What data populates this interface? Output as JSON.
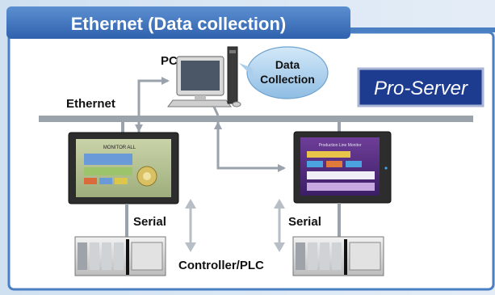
{
  "title": "Ethernet (Data collection)",
  "labels": {
    "pc": "PC",
    "ethernet": "Ethernet",
    "serial_left": "Serial",
    "serial_right": "Serial",
    "controller": "Controller/PLC",
    "data_collection_line1": "Data",
    "data_collection_line2": "Collection",
    "logo": "Pro-Server"
  },
  "screens": {
    "left_header": "MONITOR ALL",
    "right_header": "Production Line Monitor"
  },
  "colors": {
    "title_bg": "#3a6fb6",
    "panel_border": "#4a7fc3",
    "panel_bg": "#ffffff",
    "bus": "#9aa3ab",
    "logo_bg": "#1d3b8f",
    "bubble": "#a9cdea"
  },
  "icons": [
    "pc-icon",
    "hmi-panel-icon",
    "plc-icon",
    "double-arrow-icon",
    "data-bubble-icon"
  ]
}
